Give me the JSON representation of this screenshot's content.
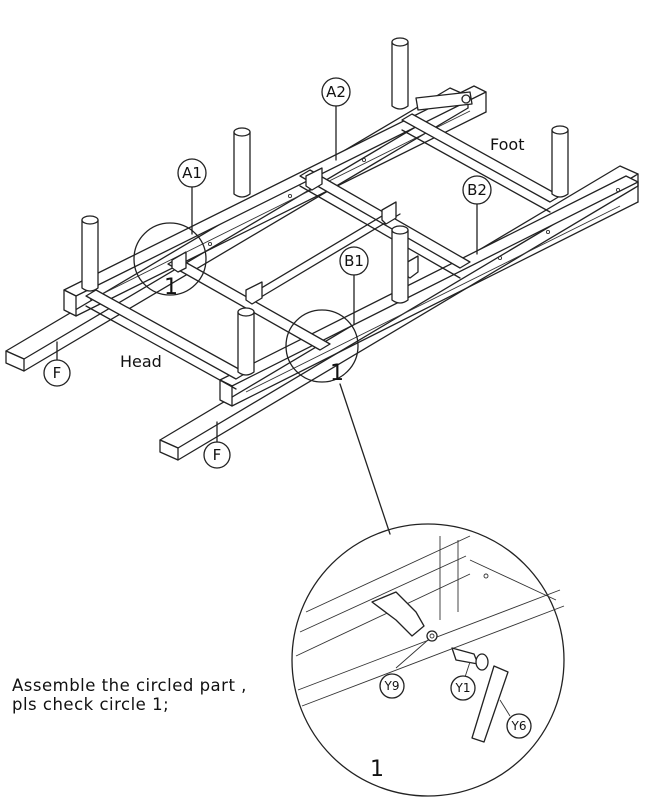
{
  "labels": {
    "foot": "Foot",
    "head": "Head"
  },
  "parts": {
    "a1": "A1",
    "a2": "A2",
    "b1": "B1",
    "b2": "B2",
    "f": "F",
    "y9": "Y9",
    "y1": "Y1",
    "y6": "Y6"
  },
  "circle_numbers": {
    "left": "1",
    "middle": "1",
    "detail": "1"
  },
  "instruction": {
    "line1": "Assemble the circled part ,",
    "line2": "pls check circle 1;"
  }
}
